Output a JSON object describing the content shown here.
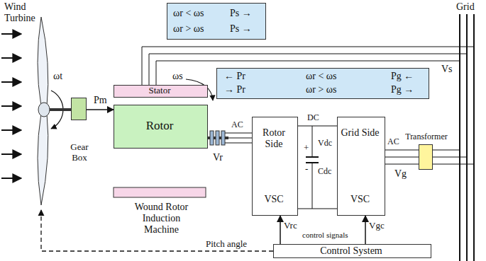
{
  "diagram": {
    "nodes": [
      {
        "text": [
          "ωr < ωs",
          "Ps →",
          "ωr > ωs",
          "Ps →"
        ]
      },
      {
        "text": [
          "Stator"
        ]
      },
      {
        "text": [
          "Gear Box"
        ]
      },
      {
        "text": [
          "Rotor"
        ]
      },
      {
        "text": [
          "← Pr",
          "ωr < ωs",
          "Pg ←",
          "→ Pr",
          "ωr > ωs",
          "Pg →"
        ]
      },
      {
        "text": [
          "Rotor Side",
          "VSC"
        ]
      },
      {
        "text": [
          "Grid Side",
          "VSC"
        ]
      },
      {
        "text": [
          "Transformer"
        ]
      },
      {
        "text": [
          "Control System"
        ]
      }
    ],
    "edges": [
      {
        "from": 2,
        "to": 3,
        "label": "Pm",
        "arrow": "to"
      },
      {
        "from": 3,
        "to": 5,
        "arrow": "none"
      },
      {
        "from": 5,
        "to": 6,
        "arrow": "none"
      },
      {
        "from": 6,
        "to": 7,
        "arrow": "none"
      },
      {
        "from": 8,
        "to": 5,
        "label": "Vrc",
        "arrow": "to"
      },
      {
        "from": 8,
        "to": 6,
        "label": "Vgc",
        "arrow": "to"
      }
    ],
    "labels": [
      "Wind Turbine",
      "ωt",
      "ωs",
      "Vs",
      "Grid",
      "Vr",
      "AC",
      "DC",
      "+",
      "Vdc",
      "Cdc",
      "-",
      "AC",
      "Vg",
      "Wound Rotor Induction Machine",
      "Pitch angle",
      "control signals"
    ]
  }
}
